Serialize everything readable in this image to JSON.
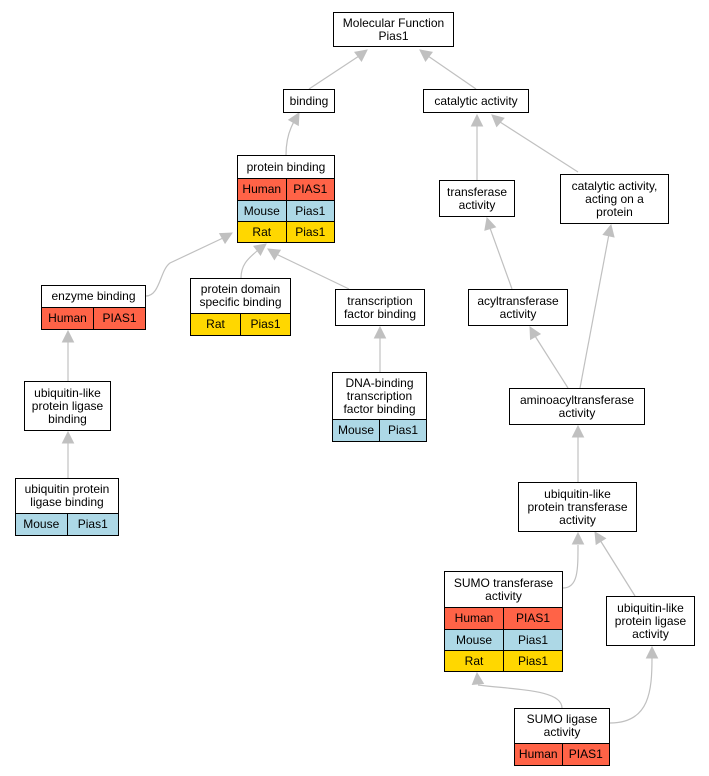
{
  "nodes": {
    "molecular_function": {
      "label": "Molecular Function\nPias1",
      "rows": []
    },
    "binding": {
      "label": "binding",
      "rows": []
    },
    "catalytic_activity": {
      "label": "catalytic activity",
      "rows": []
    },
    "protein_binding": {
      "label": "protein binding",
      "rows": [
        {
          "species": "Human",
          "gene": "PIAS1"
        },
        {
          "species": "Mouse",
          "gene": "Pias1"
        },
        {
          "species": "Rat",
          "gene": "Pias1"
        }
      ]
    },
    "transferase_activity": {
      "label": "transferase\nactivity",
      "rows": []
    },
    "catalytic_on_protein": {
      "label": "catalytic activity,\nacting on a\nprotein",
      "rows": []
    },
    "enzyme_binding": {
      "label": "enzyme binding",
      "rows": [
        {
          "species": "Human",
          "gene": "PIAS1"
        }
      ]
    },
    "protein_domain_binding": {
      "label": "protein domain\nspecific binding",
      "rows": [
        {
          "species": "Rat",
          "gene": "Pias1"
        }
      ]
    },
    "tf_binding": {
      "label": "transcription\nfactor binding",
      "rows": []
    },
    "acyltransferase": {
      "label": "acyltransferase\nactivity",
      "rows": []
    },
    "ubl_ligase_binding": {
      "label": "ubiquitin-like\nprotein ligase\nbinding",
      "rows": []
    },
    "dna_tf_binding": {
      "label": "DNA-binding\ntranscription\nfactor binding",
      "rows": [
        {
          "species": "Mouse",
          "gene": "Pias1"
        }
      ]
    },
    "aminoacyltransferase": {
      "label": "aminoacyltransferase\nactivity",
      "rows": []
    },
    "ub_ligase_binding": {
      "label": "ubiquitin protein\nligase binding",
      "rows": [
        {
          "species": "Mouse",
          "gene": "Pias1"
        }
      ]
    },
    "ubl_transferase": {
      "label": "ubiquitin-like\nprotein transferase\nactivity",
      "rows": []
    },
    "sumo_transferase": {
      "label": "SUMO transferase\nactivity",
      "rows": [
        {
          "species": "Human",
          "gene": "PIAS1"
        },
        {
          "species": "Mouse",
          "gene": "Pias1"
        },
        {
          "species": "Rat",
          "gene": "Pias1"
        }
      ]
    },
    "ubl_ligase_activity": {
      "label": "ubiquitin-like\nprotein ligase\nactivity",
      "rows": []
    },
    "sumo_ligase": {
      "label": "SUMO ligase\nactivity",
      "rows": [
        {
          "species": "Human",
          "gene": "PIAS1"
        }
      ]
    }
  },
  "colors": {
    "Human": "#ff6347",
    "Mouse": "#add8e6",
    "Rat": "#ffd700",
    "edge": "#c0c0c0"
  }
}
